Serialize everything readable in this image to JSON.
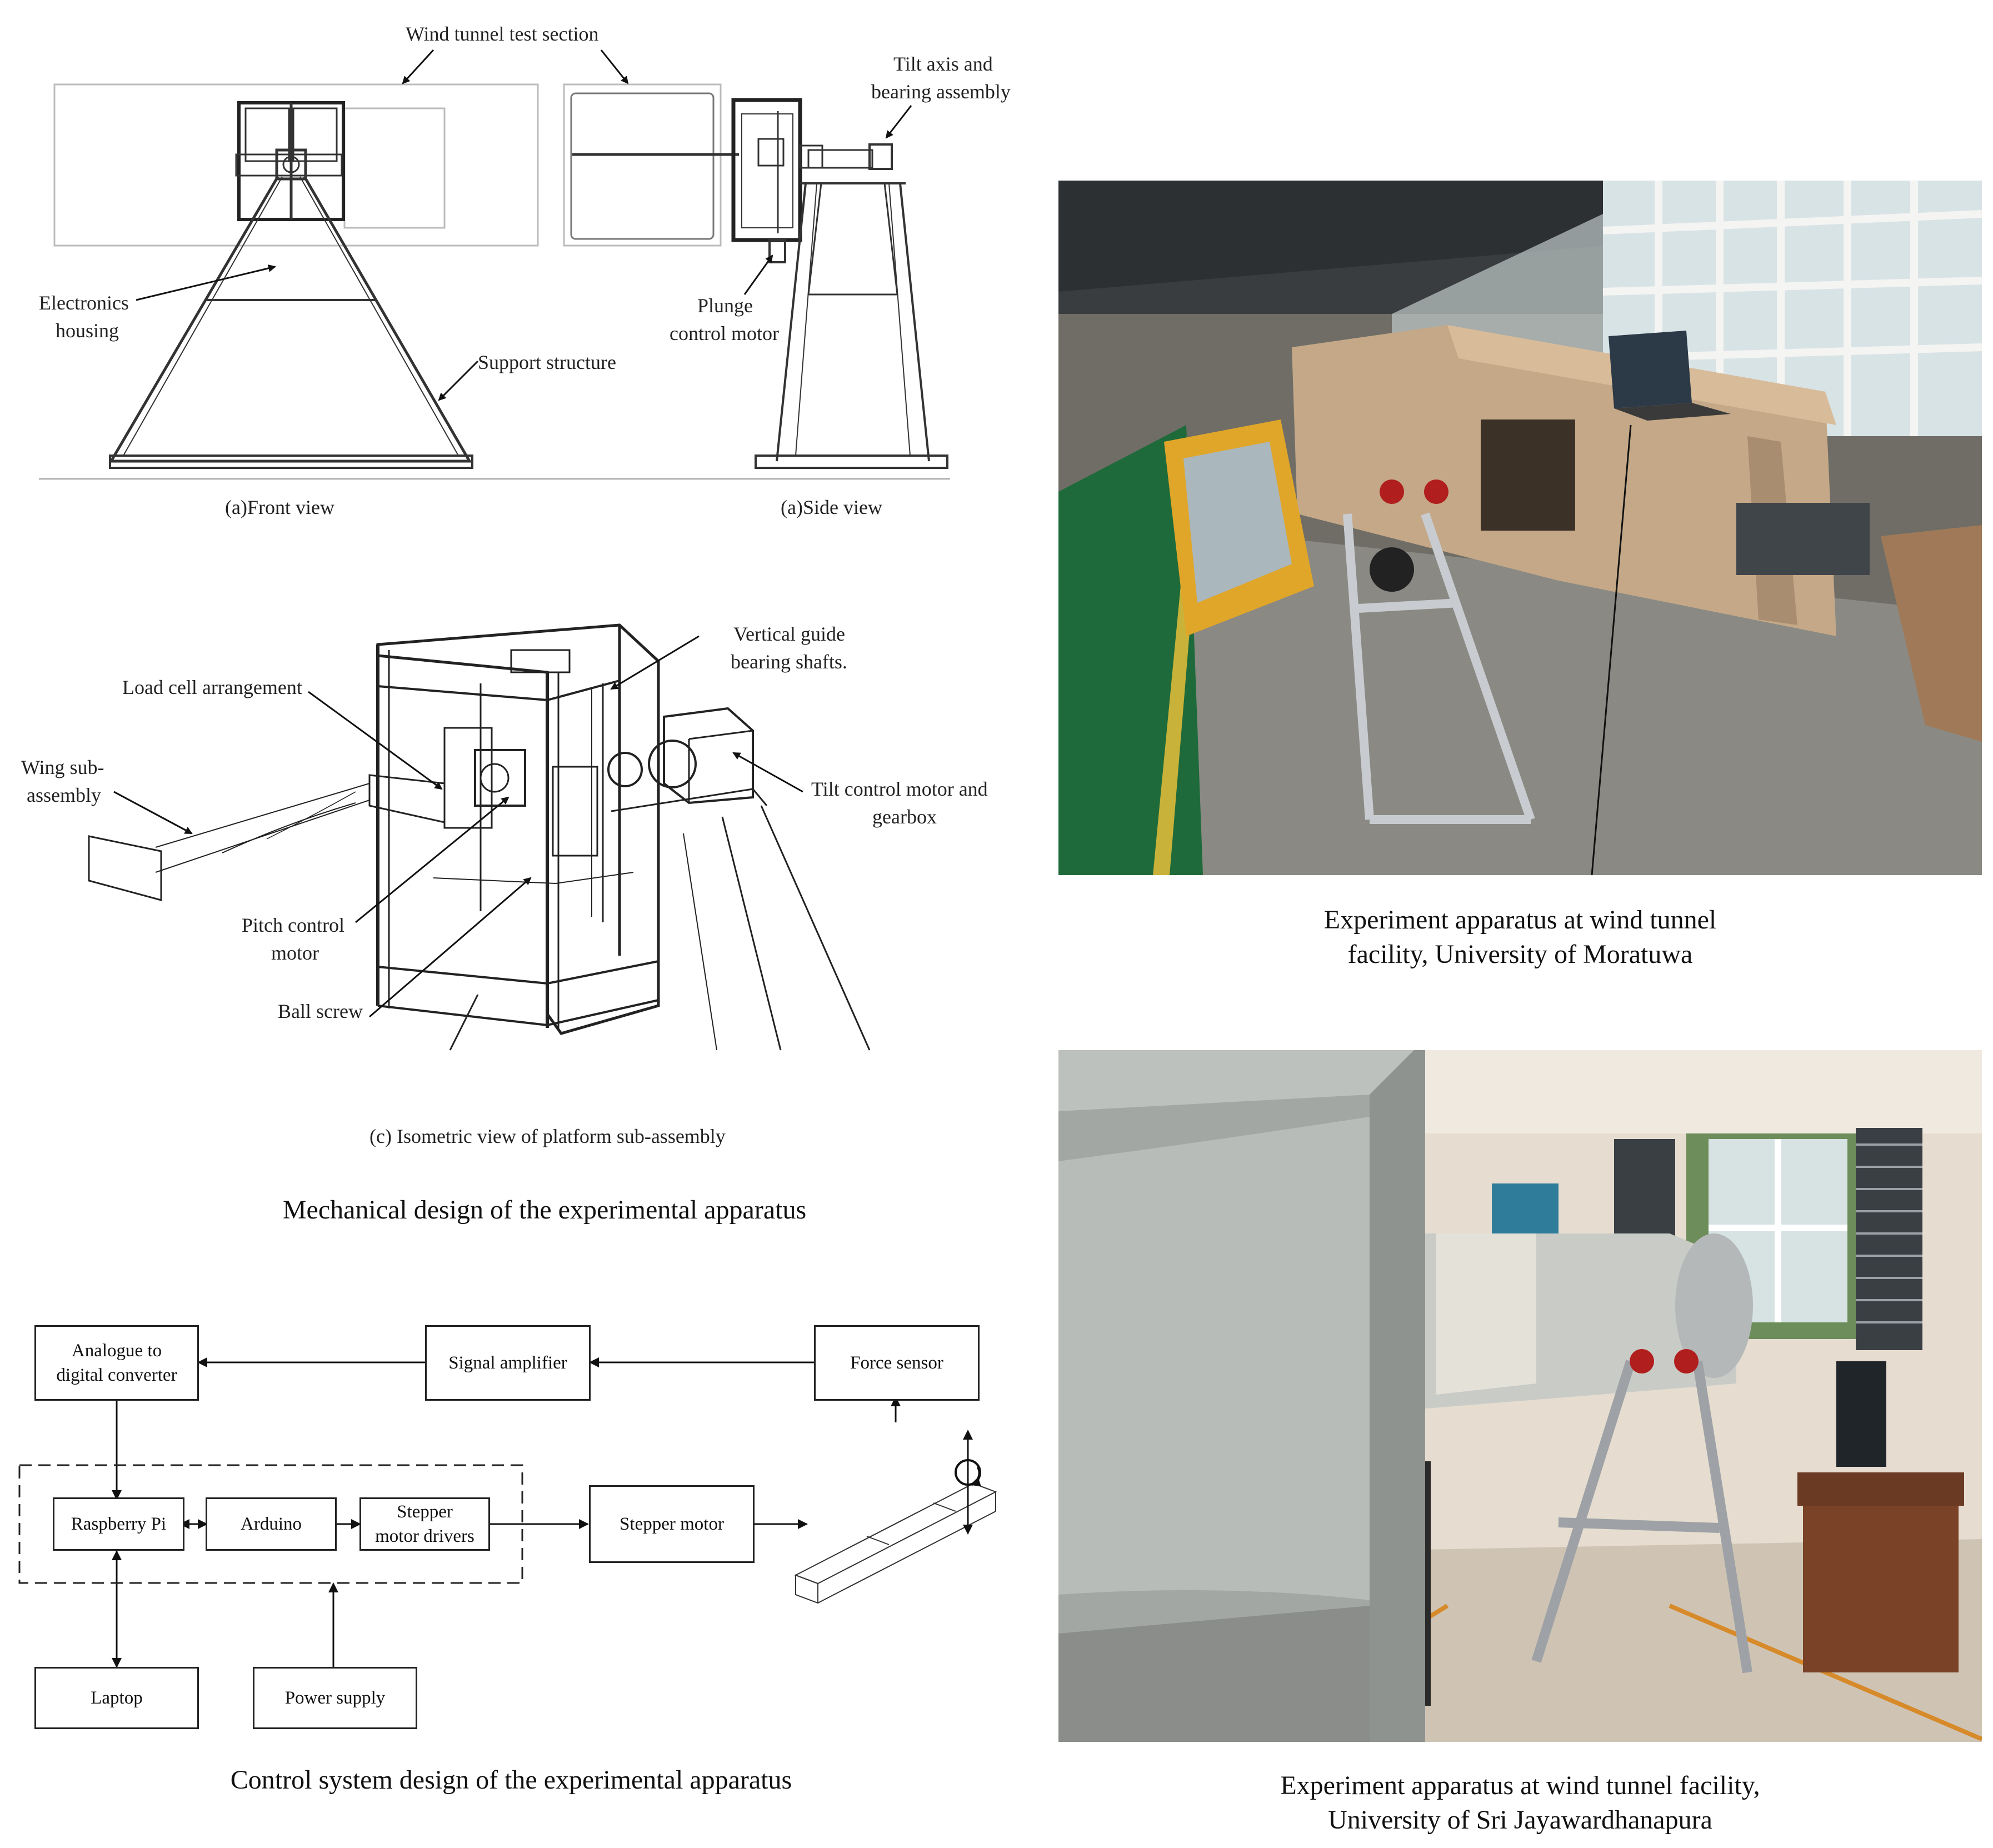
{
  "mechanical": {
    "wind_tunnel_test_section": "Wind tunnel test section",
    "tilt_axis_line1": "Tilt axis and",
    "tilt_axis_line2": "bearing assembly",
    "electronics_line1": "Electronics",
    "electronics_line2": "housing",
    "support_structure": "Support structure",
    "plunge_line1": "Plunge",
    "plunge_line2": "control motor",
    "front_view": "(a)Front view",
    "side_view": "(a)Side view",
    "vertical_guide_line1": "Vertical guide",
    "vertical_guide_line2": "bearing shafts.",
    "load_cell": "Load cell arrangement",
    "wing_line1": "Wing sub-",
    "wing_line2": "assembly",
    "tilt_control_line1": "Tilt control motor and",
    "tilt_control_line2": "gearbox",
    "pitch_line1": "Pitch control",
    "pitch_line2": "motor",
    "ball_screw": "Ball screw",
    "isometric_caption": "(c) Isometric view of platform sub-assembly",
    "caption": "Mechanical design of the experimental apparatus"
  },
  "control": {
    "adc_line1": "Analogue to",
    "adc_line2": "digital converter",
    "signal_amplifier": "Signal amplifier",
    "force_sensor": "Force sensor",
    "raspberry_pi": "Raspberry Pi",
    "arduino": "Arduino",
    "stepper_drivers_line1": "Stepper",
    "stepper_drivers_line2": "motor drivers",
    "stepper_motor": "Stepper motor",
    "laptop": "Laptop",
    "power_supply": "Power supply",
    "caption": "Control system design of the experimental apparatus"
  },
  "photos": {
    "moratuwa_line1": "Experiment apparatus at wind tunnel",
    "moratuwa_line2": "facility, University of Moratuwa",
    "sjp_line1": "Experiment apparatus at wind tunnel facility,",
    "sjp_line2": "University of Sri Jayawardhanapura"
  }
}
